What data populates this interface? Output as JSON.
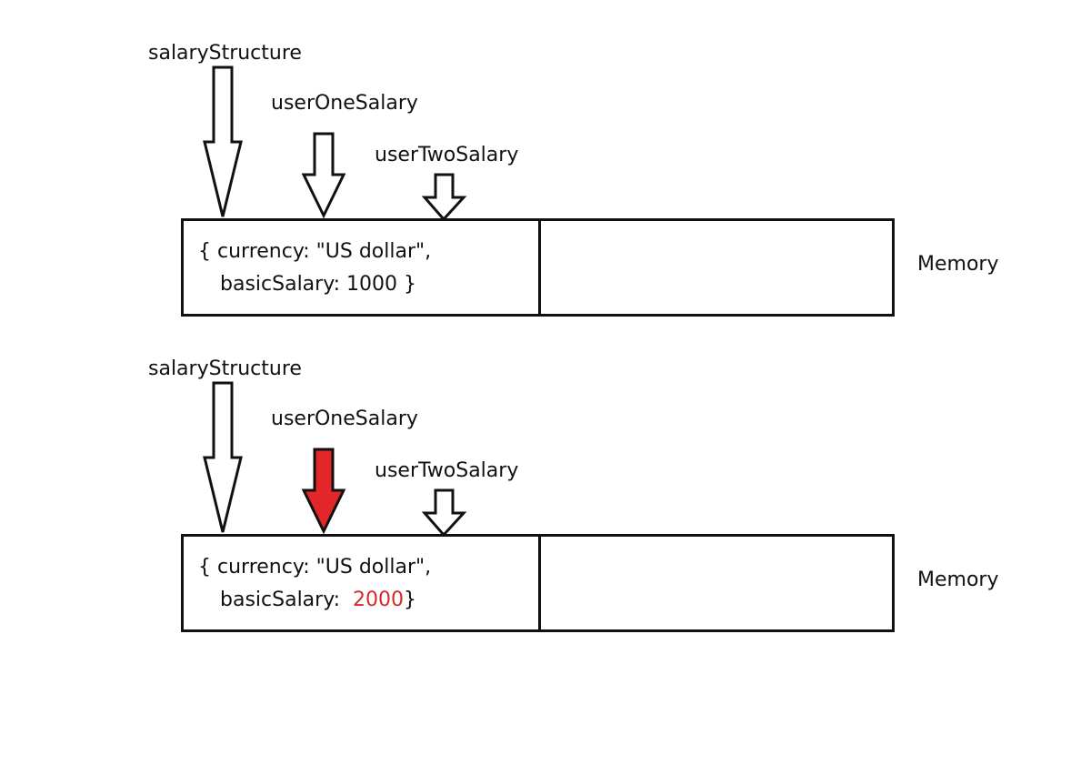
{
  "colors": {
    "stroke": "#111111",
    "highlight": "#e3262a",
    "highlight_text": "#d42a2a"
  },
  "panels": [
    {
      "pointers": {
        "salary_structure": "salaryStructure",
        "user_one_salary": "userOneSalary",
        "user_two_salary": "userTwoSalary"
      },
      "highlighted_pointer": null,
      "object_line1": "{ currency: \"US dollar\",",
      "object_line2_key": "basicSalary: ",
      "object_value": "1000",
      "object_close": " }",
      "value_changed": false,
      "memory_label": "Memory"
    },
    {
      "pointers": {
        "salary_structure": "salaryStructure",
        "user_one_salary": "userOneSalary",
        "user_two_salary": "userTwoSalary"
      },
      "highlighted_pointer": "userOneSalary",
      "object_line1": "{ currency: \"US dollar\",",
      "object_line2_key": "basicSalary:  ",
      "object_value": "2000",
      "object_close": "}",
      "value_changed": true,
      "memory_label": "Memory"
    }
  ]
}
